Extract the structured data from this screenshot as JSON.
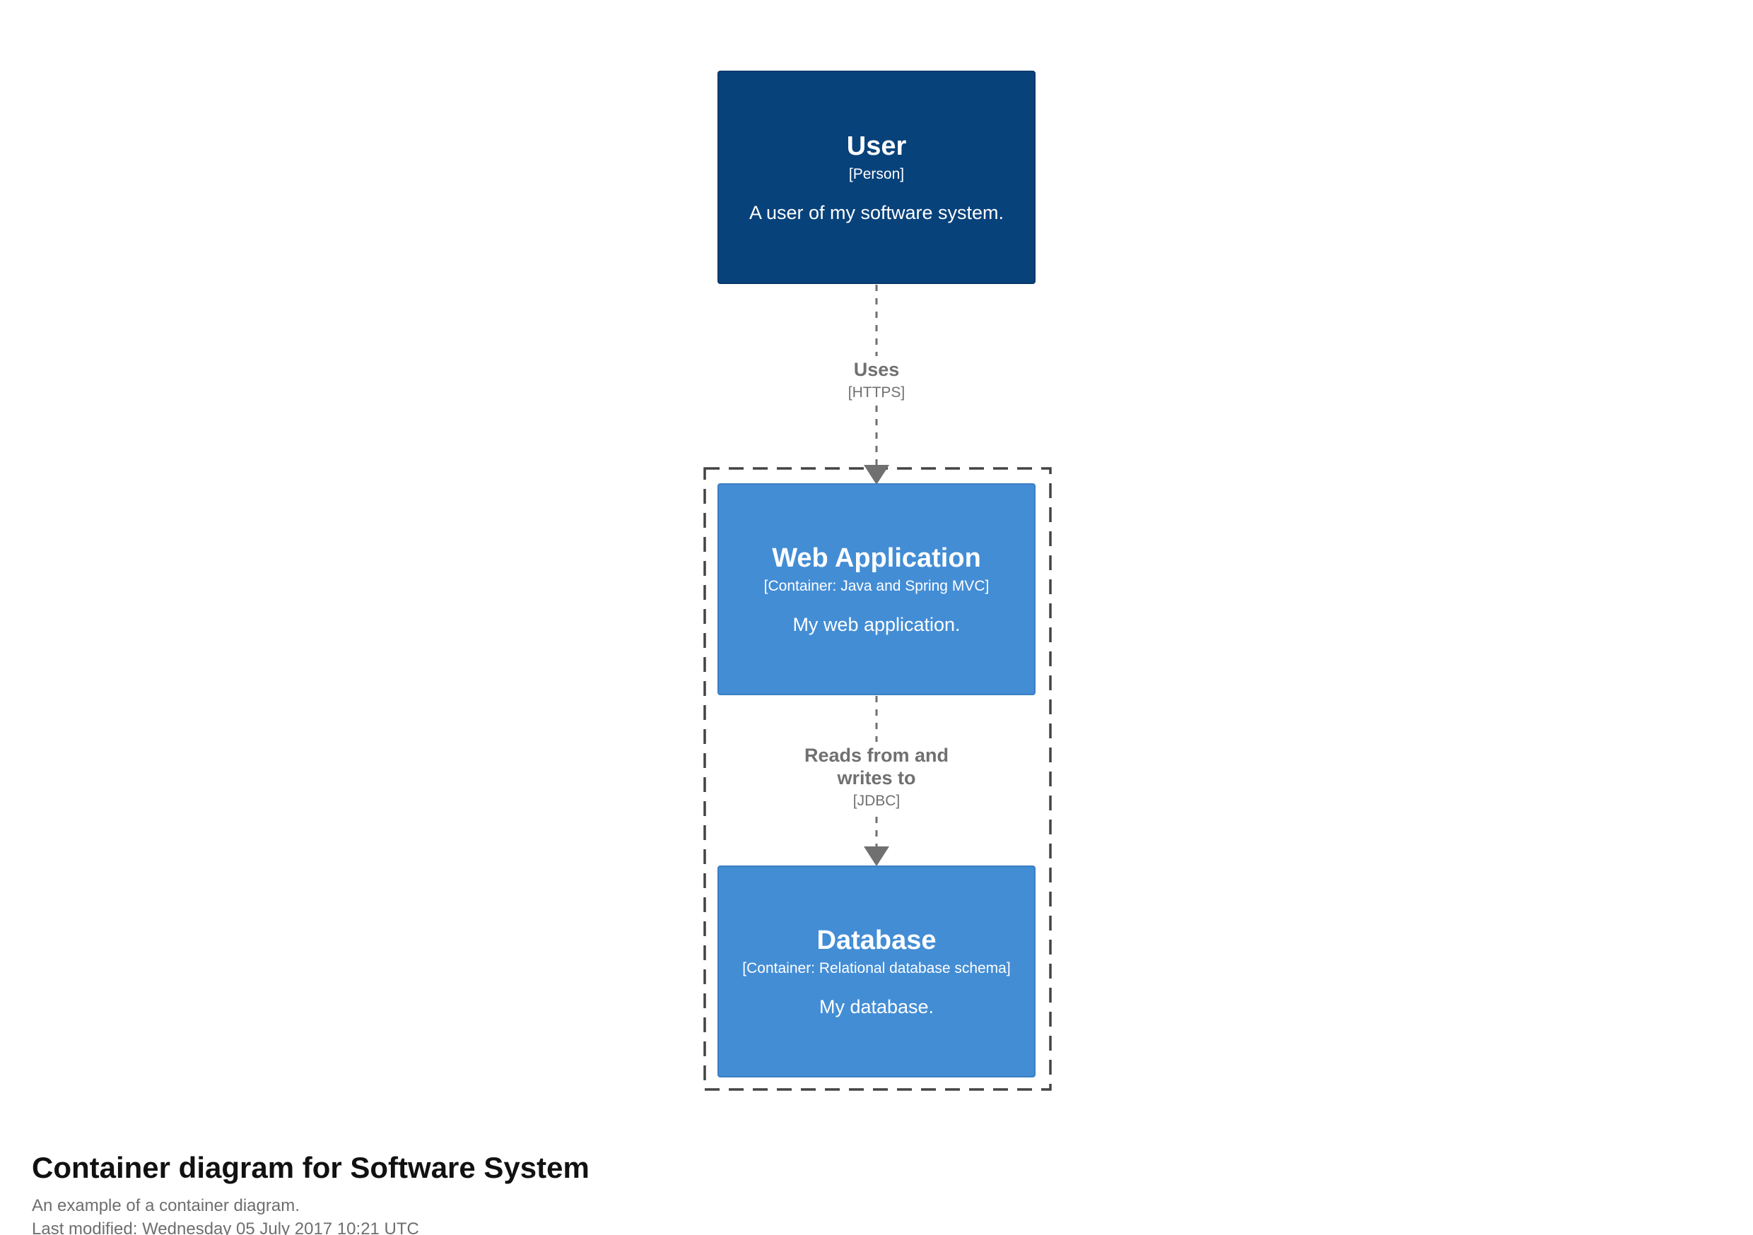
{
  "diagram": {
    "user": {
      "name": "User",
      "meta": "[Person]",
      "description": "A user of my software system."
    },
    "web_app": {
      "name": "Web Application",
      "meta": "[Container: Java and Spring MVC]",
      "description": "My web application."
    },
    "database": {
      "name": "Database",
      "meta": "[Container: Relational database schema]",
      "description": "My database."
    },
    "rel_user_webapp": {
      "name": "Uses",
      "meta": "[HTTPS]"
    },
    "rel_webapp_db": {
      "name": "Reads from and writes to",
      "meta": "[JDBC]"
    },
    "colors": {
      "person_bg": "#08427b",
      "container_bg": "#438dd5",
      "element_text": "#ffffff",
      "relationship": "#707070",
      "boundary": "#444444"
    }
  },
  "footer": {
    "title": "Container diagram for Software System",
    "subtitle": "An example of a container diagram.",
    "last_modified": "Last modified: Wednesday 05 July 2017 10:21 UTC"
  }
}
